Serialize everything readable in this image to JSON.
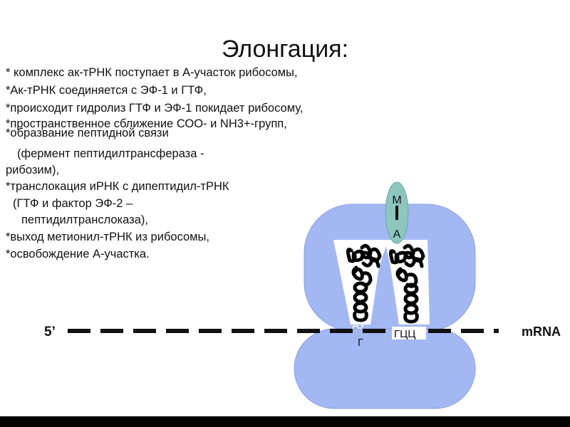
{
  "title": "Элонгация:",
  "text_lines": [
    "* комплекс ак-тРНК поступает в А-участок рибосомы,",
    "*Ак-тРНК соединяется с ЭФ-1 и ГТФ,",
    "*происходит гидролиз ГТФ и ЭФ-1 покидает рибосому,",
    "*пространственное сближение СОО- и NH3+-групп,",
    "*образвание пептидной связи",
    "(фермент пептидилтрансфераза -",
    "рибозим),",
    "*транслокация  иРНК с дипептидил-тРНК",
    "(ГТФ и фактор ЭФ-2 –",
    "пептидилтранслоказа),",
    "*выход метионил-тРНК из рибосомы,",
    "*освобождение А-участка."
  ],
  "diagram": {
    "five_prime_label": "5’",
    "mrna_label": "mRNA",
    "codon_left_line1": "АУ",
    "codon_left_line2": "Г",
    "codon_right": "ГЦЦ",
    "amino_acid_top": "М",
    "amino_acid_bottom": "А",
    "colors": {
      "ribosome": "#a3b8f2",
      "amino_acid": "#8cc6bd",
      "trna": "#000000",
      "background": "#ffffff"
    }
  }
}
